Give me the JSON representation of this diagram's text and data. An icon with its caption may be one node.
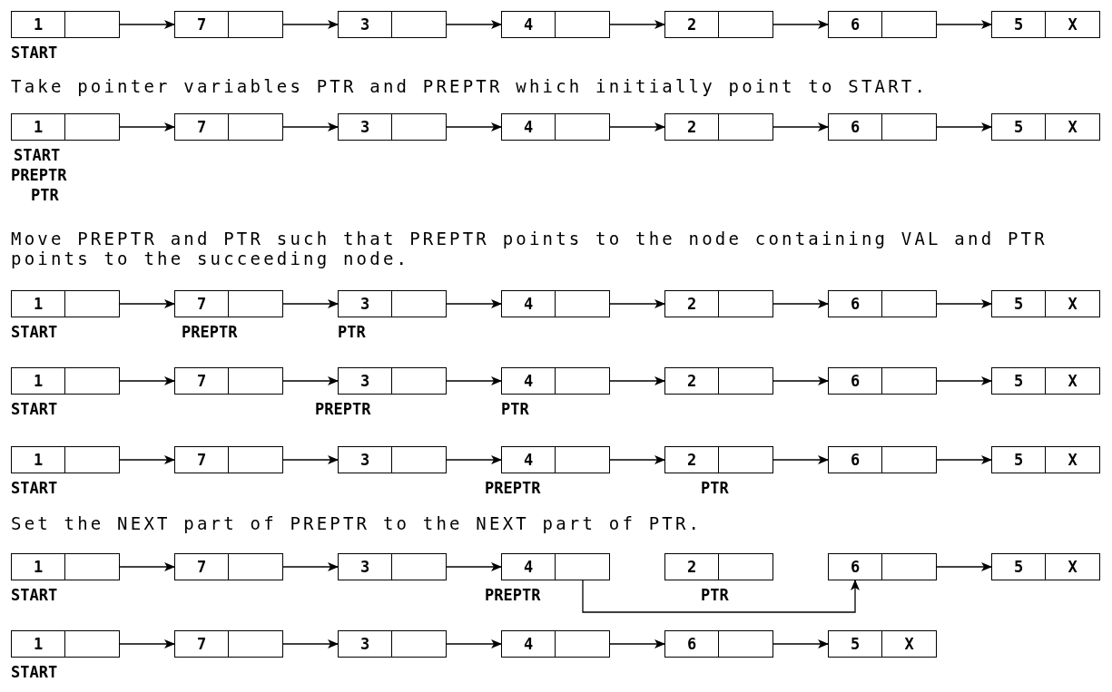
{
  "diagram": {
    "nodes": [
      {
        "text": [
          "1"
        ],
        "beside": [
          "START"
        ]
      },
      {
        "text": [
          "7"
        ]
      },
      {
        "text": [
          "3"
        ]
      },
      {
        "text": [
          "4"
        ]
      },
      {
        "text": [
          "2"
        ]
      },
      {
        "text": [
          "6"
        ]
      },
      {
        "text": [
          "5",
          "X"
        ]
      },
      {
        "text": [
          "1"
        ],
        "beside": [
          "START",
          "PREPTR",
          "PTR"
        ]
      },
      {
        "text": [
          "7"
        ]
      },
      {
        "text": [
          "3"
        ]
      },
      {
        "text": [
          "4"
        ]
      },
      {
        "text": [
          "2"
        ]
      },
      {
        "text": [
          "6"
        ]
      },
      {
        "text": [
          "5",
          "X"
        ]
      },
      {
        "text": [
          "1"
        ],
        "beside": [
          "START"
        ]
      },
      {
        "text": [
          "7"
        ],
        "beside": [
          "PREPTR"
        ]
      },
      {
        "text": [
          "3"
        ],
        "beside": [
          "PTR"
        ]
      },
      {
        "text": [
          "4"
        ]
      },
      {
        "text": [
          "2"
        ]
      },
      {
        "text": [
          "6"
        ]
      },
      {
        "text": [
          "5",
          "X"
        ]
      },
      {
        "text": [
          "1"
        ],
        "beside": [
          "START"
        ]
      },
      {
        "text": [
          "7"
        ]
      },
      {
        "text": [
          "3"
        ],
        "beside": [
          "PREPTR"
        ]
      },
      {
        "text": [
          "4"
        ],
        "beside": [
          "PTR"
        ]
      },
      {
        "text": [
          "2"
        ]
      },
      {
        "text": [
          "6"
        ]
      },
      {
        "text": [
          "5",
          "X"
        ]
      },
      {
        "text": [
          "1"
        ],
        "beside": [
          "START"
        ]
      },
      {
        "text": [
          "7"
        ]
      },
      {
        "text": [
          "3"
        ]
      },
      {
        "text": [
          "4"
        ],
        "beside": [
          "PREPTR"
        ]
      },
      {
        "text": [
          "2"
        ],
        "beside": [
          "PTR"
        ]
      },
      {
        "text": [
          "6"
        ]
      },
      {
        "text": [
          "5",
          "X"
        ]
      },
      {
        "text": [
          "1"
        ],
        "beside": [
          "START"
        ]
      },
      {
        "text": [
          "7"
        ]
      },
      {
        "text": [
          "3"
        ]
      },
      {
        "text": [
          "4"
        ],
        "beside": [
          "PREPTR"
        ]
      },
      {
        "text": [
          "2"
        ],
        "beside": [
          "PTR"
        ]
      },
      {
        "text": [
          "6"
        ]
      },
      {
        "text": [
          "5",
          "X"
        ]
      },
      {
        "text": [
          "1"
        ],
        "beside": [
          "START"
        ]
      },
      {
        "text": [
          "7"
        ]
      },
      {
        "text": [
          "3"
        ]
      },
      {
        "text": [
          "4"
        ]
      },
      {
        "text": [
          "6"
        ]
      },
      {
        "text": [
          "5",
          "X"
        ]
      }
    ],
    "edges": [
      {
        "from": 0,
        "to": 1,
        "arrow": "to"
      },
      {
        "from": 1,
        "to": 2,
        "arrow": "to"
      },
      {
        "from": 2,
        "to": 3,
        "arrow": "to"
      },
      {
        "from": 3,
        "to": 4,
        "arrow": "to"
      },
      {
        "from": 4,
        "to": 5,
        "arrow": "to"
      },
      {
        "from": 5,
        "to": 6,
        "arrow": "to"
      },
      {
        "from": 7,
        "to": 8,
        "arrow": "to"
      },
      {
        "from": 8,
        "to": 9,
        "arrow": "to"
      },
      {
        "from": 9,
        "to": 10,
        "arrow": "to"
      },
      {
        "from": 10,
        "to": 11,
        "arrow": "to"
      },
      {
        "from": 11,
        "to": 12,
        "arrow": "to"
      },
      {
        "from": 12,
        "to": 13,
        "arrow": "to"
      },
      {
        "from": 14,
        "to": 15,
        "arrow": "to"
      },
      {
        "from": 15,
        "to": 16,
        "arrow": "to"
      },
      {
        "from": 16,
        "to": 17,
        "arrow": "to"
      },
      {
        "from": 17,
        "to": 18,
        "arrow": "to"
      },
      {
        "from": 18,
        "to": 19,
        "arrow": "to"
      },
      {
        "from": 19,
        "to": 20,
        "arrow": "to"
      },
      {
        "from": 21,
        "to": 22,
        "arrow": "to"
      },
      {
        "from": 22,
        "to": 23,
        "arrow": "to"
      },
      {
        "from": 23,
        "to": 24,
        "arrow": "to"
      },
      {
        "from": 24,
        "to": 25,
        "arrow": "to"
      },
      {
        "from": 25,
        "to": 26,
        "arrow": "to"
      },
      {
        "from": 26,
        "to": 27,
        "arrow": "to"
      },
      {
        "from": 28,
        "to": 29,
        "arrow": "to"
      },
      {
        "from": 29,
        "to": 30,
        "arrow": "to"
      },
      {
        "from": 30,
        "to": 31,
        "arrow": "to"
      },
      {
        "from": 31,
        "to": 32,
        "arrow": "to"
      },
      {
        "from": 32,
        "to": 33,
        "arrow": "to"
      },
      {
        "from": 33,
        "to": 34,
        "arrow": "to"
      },
      {
        "from": 35,
        "to": 36,
        "arrow": "to"
      },
      {
        "from": 36,
        "to": 37,
        "arrow": "to"
      },
      {
        "from": 37,
        "to": 38,
        "arrow": "to"
      },
      {
        "from": 38,
        "to": 40,
        "arrow": "to"
      },
      {
        "from": 40,
        "to": 41,
        "arrow": "to"
      },
      {
        "from": 42,
        "to": 43,
        "arrow": "to"
      },
      {
        "from": 43,
        "to": 44,
        "arrow": "to"
      },
      {
        "from": 44,
        "to": 45,
        "arrow": "to"
      },
      {
        "from": 45,
        "to": 46,
        "arrow": "to"
      },
      {
        "from": 46,
        "to": 47,
        "arrow": "to"
      }
    ],
    "labels": [
      "Take pointer variables PTR and PREPTR which initially point to START.",
      "Move PREPTR and PTR such that PREPTR points to the node containing VAL and PTR points to the succeeding node.",
      "Set the NEXT part of PREPTR to the NEXT part of PTR."
    ]
  }
}
